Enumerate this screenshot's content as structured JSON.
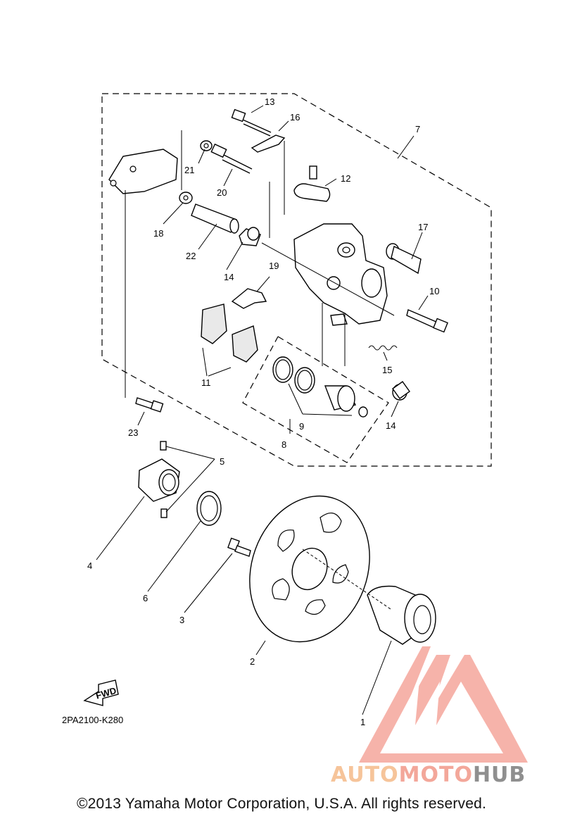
{
  "diagram": {
    "callouts": [
      "1",
      "2",
      "3",
      "4",
      "5",
      "6",
      "7",
      "8",
      "9",
      "10",
      "11",
      "12",
      "13",
      "14",
      "14",
      "15",
      "16",
      "17",
      "18",
      "19",
      "20",
      "21",
      "22",
      "23"
    ],
    "fwd_label": "FWD",
    "doc_code": "2PA2100-K280"
  },
  "watermark": {
    "brand_part1": "AUTO",
    "brand_part2": "MOTO",
    "brand_part3": "HUB",
    "color_1": "#f6c49a",
    "color_2": "#f3a79a",
    "color_3": "#8f8f8f",
    "logo_color": "#f08a80"
  },
  "footer": {
    "copyright": "©2013 Yamaha Motor Corporation, U.S.A. All rights reserved."
  }
}
